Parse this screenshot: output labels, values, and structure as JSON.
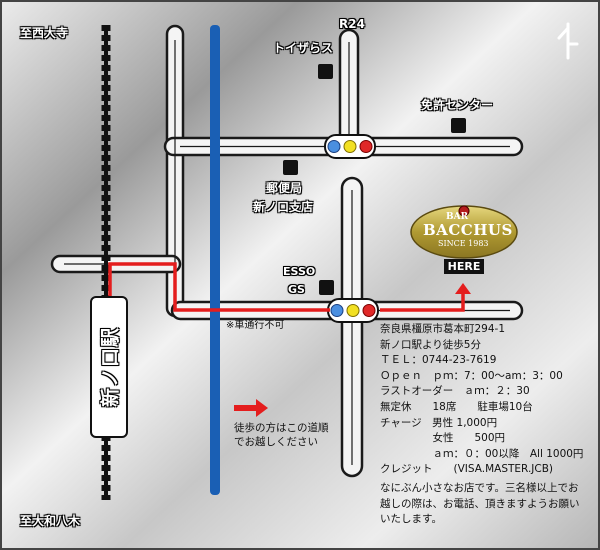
{
  "labels": {
    "to_saidaiji": "至西大寺",
    "to_yagi": "至大和八木",
    "route_no": "R24",
    "toys": "トイザらス",
    "license_center": "免許センター",
    "post_office_line1": "郵便局",
    "post_office_line2": "新ノ口支店",
    "esso_line1": "ESSO",
    "esso_line2": "GS",
    "no_entry": "※車通行不可",
    "station": "新ノ口駅",
    "walk_note_line1": "徒歩の方はこの道順",
    "walk_note_line2": "でお越しください",
    "here": "HERE"
  },
  "logo": {
    "top": "BAR",
    "name": "BACCHUS",
    "since": "SINCE 1983"
  },
  "info": {
    "address": "奈良県橿原市葛本町294-1",
    "walk": "新ノ口駅より徒歩5分",
    "tel": "ＴＥＬ：0744-23-7619",
    "open": "Ｏｐｅｎ　ｐｍ：7：00～am：3：00",
    "last_order": "ラストオーダー　ａｍ：２：30",
    "closed_seats": "無定休　　18席　　駐車場10台",
    "charge_male": "チャージ　男性 1,000円",
    "charge_female": "　　　　　女性　　500円",
    "charge_late": "　　　　　ａｍ：０：00以降　All 1000円",
    "credit": "クレジット　　(VISA.MASTER.JCB)"
  },
  "note": "なにぶん小さなお店です。三名様以上でお越しの際は、お電話、頂きますようお願いいたします。",
  "colors": {
    "rail": "#111111",
    "river": "#1a5fb4",
    "walk_route": "#e41d1d",
    "logo_gold": "#b09a32"
  },
  "icons": [
    "compass-north-icon",
    "traffic-light-icon",
    "arrow-right-icon",
    "arrow-up-icon"
  ]
}
